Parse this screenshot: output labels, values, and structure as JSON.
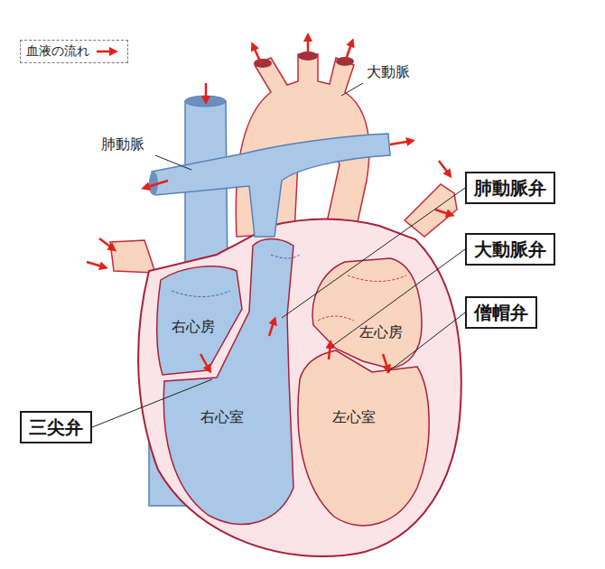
{
  "diagram": {
    "nodes": [
      {
        "text": [
          "肺動脈弁"
        ]
      },
      {
        "text": [
          "大動脈弁"
        ]
      },
      {
        "text": [
          "僧帽弁"
        ]
      },
      {
        "text": [
          "三尖弁"
        ]
      }
    ],
    "labels": [
      "大動脈",
      "肺動脈",
      "右心房",
      "左心房",
      "右心室",
      "左心室"
    ],
    "legend": [
      {
        "text": "血液の流れ"
      }
    ]
  }
}
